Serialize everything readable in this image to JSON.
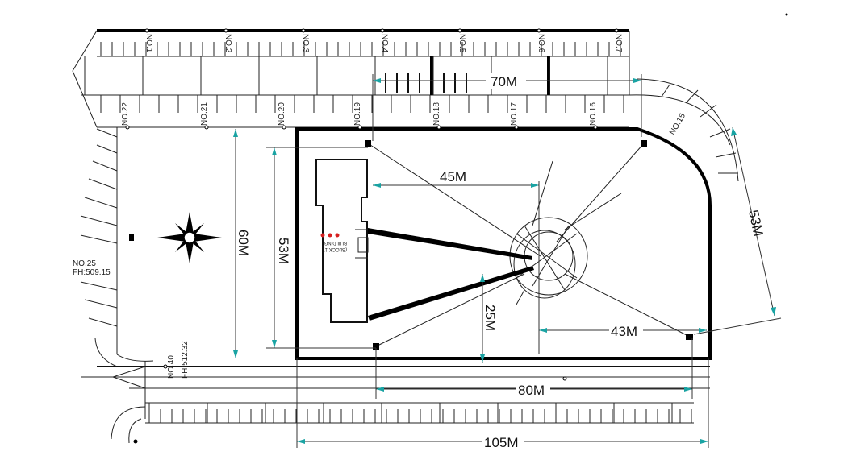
{
  "road_numbers_top": [
    "NO.1",
    "NO.2",
    "NO.3",
    "NO.4",
    "NO.5",
    "NO.6",
    "NO.7"
  ],
  "road_numbers_mid": [
    "NO.22",
    "NO.21",
    "NO.20",
    "NO.19",
    "NO.18",
    "NO.17",
    "NO.16"
  ],
  "no15": "NO.15",
  "no25": "NO.25",
  "fh509": "FH:509.15",
  "no40": "NO.40",
  "fh512": "FH:512.32",
  "dim_70": "70M",
  "dim_45": "45M",
  "dim_60": "60M",
  "dim_53_left": "53M",
  "dim_53_right": "53M",
  "dim_25": "25M",
  "dim_43": "43M",
  "dim_80": "80M",
  "dim_105": "105M",
  "building_label_1": "BUILDING",
  "building_label_2": "(BLOCK 1)",
  "colors": {
    "dimension_arrow": "#19a3a3",
    "line": "#000000",
    "marker": "#d62020"
  }
}
